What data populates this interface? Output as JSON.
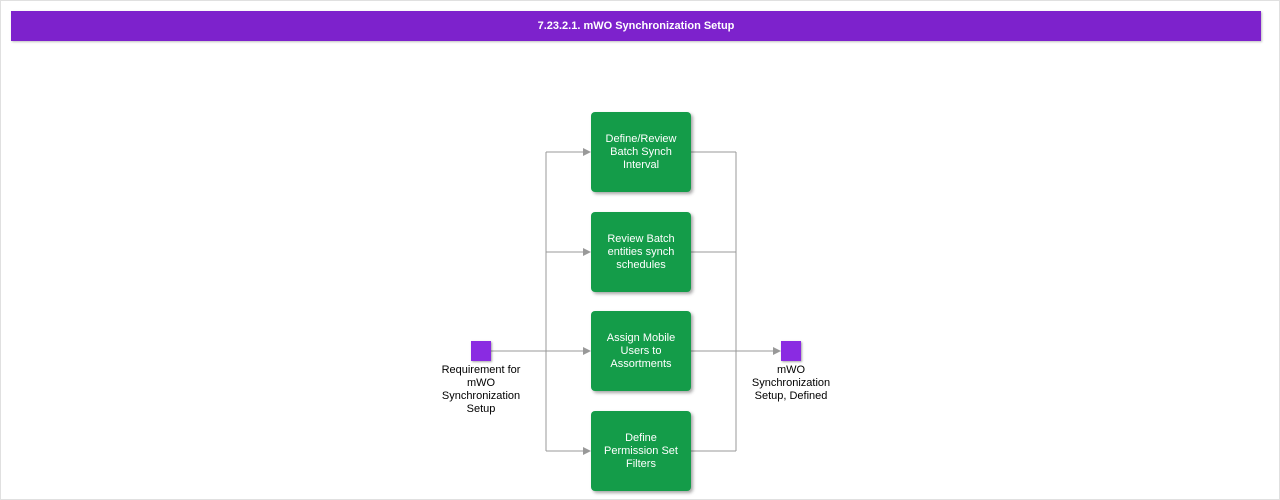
{
  "title_bar": {
    "text": "7.23.2.1. mWO Synchronization Setup"
  },
  "events": {
    "start": {
      "label": "Requirement for mWO Synchronization Setup"
    },
    "end": {
      "label": "mWO Synchronization Setup, Defined"
    }
  },
  "tasks": [
    {
      "label": "Define/Review Batch Synch Interval"
    },
    {
      "label": "Review Batch entities synch schedules"
    },
    {
      "label": "Assign Mobile Users to Assortments"
    },
    {
      "label": "Define Permission Set Filters"
    }
  ],
  "colors": {
    "title_bg": "#7d22cc",
    "title_fg": "#ffffff",
    "event_purple": "#8a2be2",
    "task_green": "#149c49",
    "task_fg": "#ffffff",
    "connector": "#999999"
  }
}
